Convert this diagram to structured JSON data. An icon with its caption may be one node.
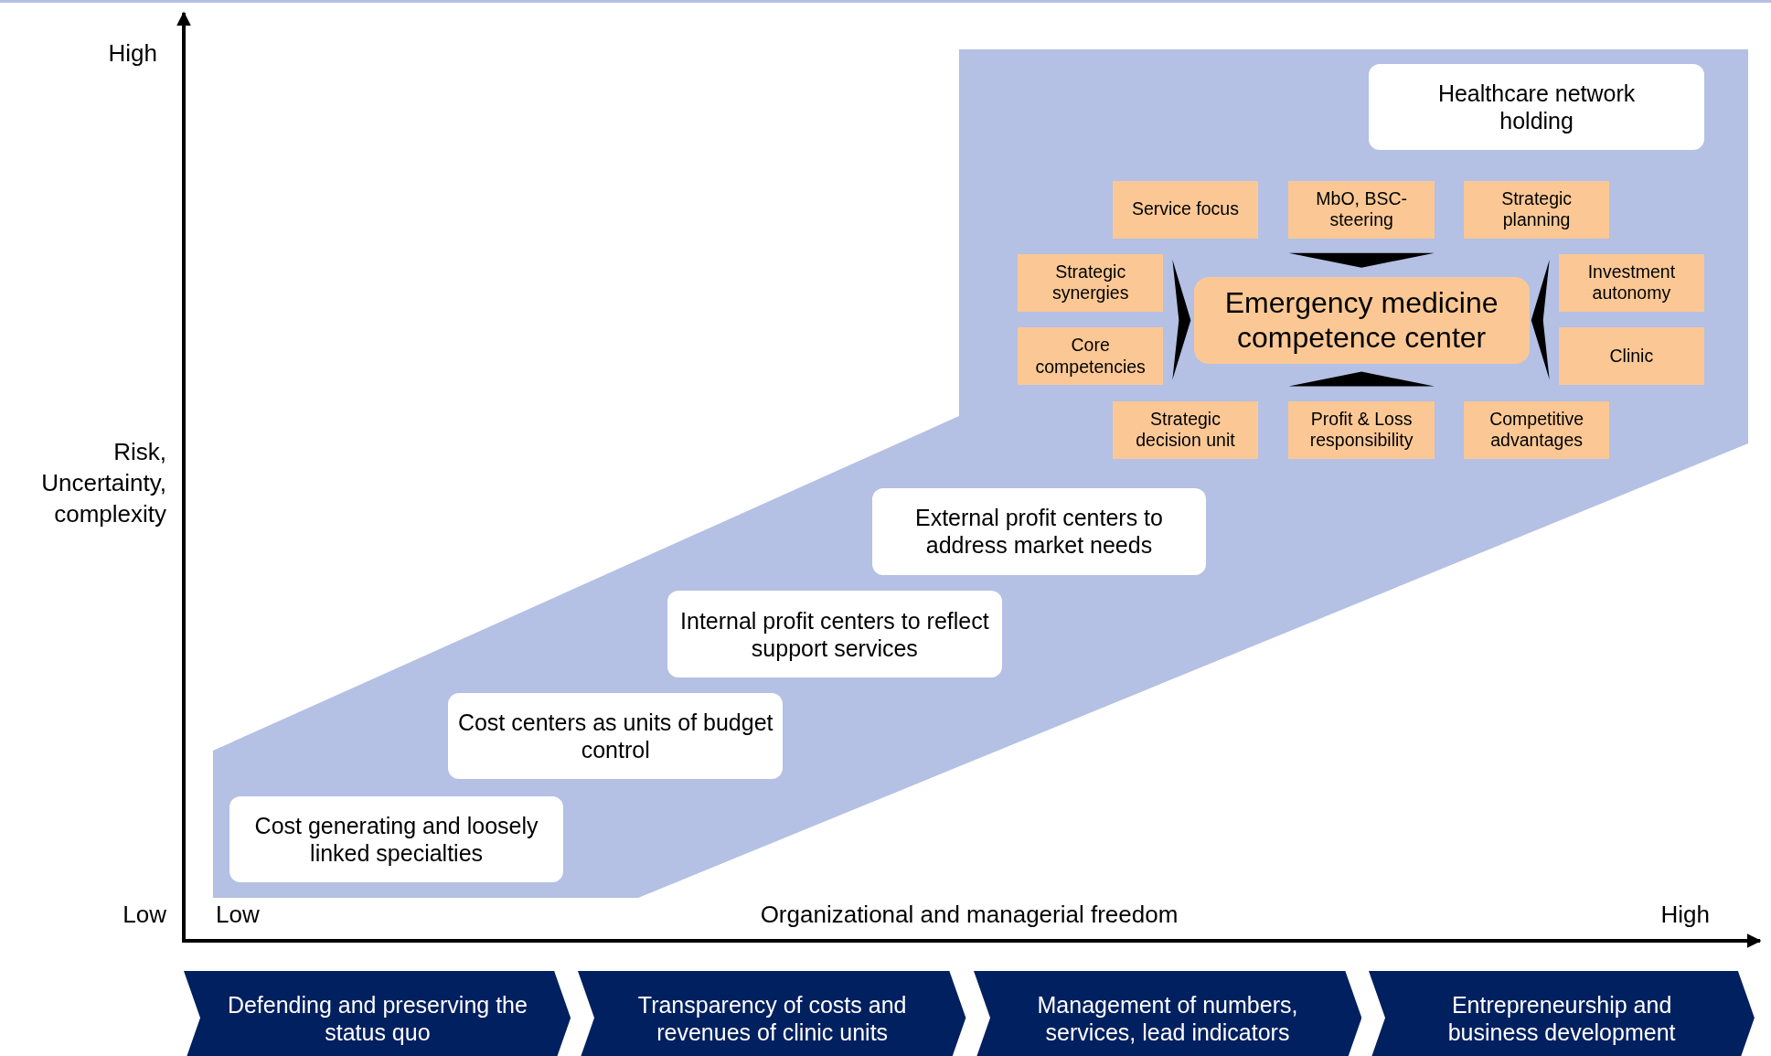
{
  "diagram": {
    "nodes": [
      {
        "text": [
          "Healthcare network holding"
        ]
      },
      {
        "text": [
          "Service focus"
        ]
      },
      {
        "text": [
          "MbO, BSC-steering"
        ]
      },
      {
        "text": [
          "Strategic planning"
        ]
      },
      {
        "text": [
          "Strategic synergies"
        ]
      },
      {
        "text": [
          "Investment autonomy"
        ]
      },
      {
        "text": [
          "Emergency medicine competence center"
        ]
      },
      {
        "text": [
          "Core competencies"
        ]
      },
      {
        "text": [
          "Clinic"
        ]
      },
      {
        "text": [
          "Strategic decision unit"
        ]
      },
      {
        "text": [
          "Profit & Loss responsibility"
        ]
      },
      {
        "text": [
          "Competitive advantages"
        ]
      },
      {
        "text": [
          "External profit centers to address market needs"
        ]
      },
      {
        "text": [
          "Internal profit centers to reflect support services"
        ]
      },
      {
        "text": [
          "Cost centers as units of budget control"
        ]
      },
      {
        "text": [
          "Cost generating and loosely linked specialties"
        ]
      },
      {
        "text": [
          "Defending and preserving the status quo"
        ]
      },
      {
        "text": [
          "Transparency of costs and revenues of clinic units"
        ]
      },
      {
        "text": [
          "Management of numbers, services, lead indicators"
        ]
      },
      {
        "text": [
          "Entrepreneurship and business development"
        ]
      }
    ],
    "edges": [
      {
        "from": 2,
        "to": 6,
        "arrow": "to"
      },
      {
        "from": 4,
        "to": 6,
        "arrow": "to"
      },
      {
        "from": 7,
        "to": 6,
        "arrow": "to"
      },
      {
        "from": 5,
        "to": 6,
        "arrow": "to"
      },
      {
        "from": 8,
        "to": 6,
        "arrow": "to"
      },
      {
        "from": 10,
        "to": 6,
        "arrow": "to"
      }
    ],
    "labels": [
      "High",
      "Risk, Uncertainty, complexity",
      "Low",
      "Low",
      "Organizational and managerial freedom",
      "High"
    ]
  }
}
